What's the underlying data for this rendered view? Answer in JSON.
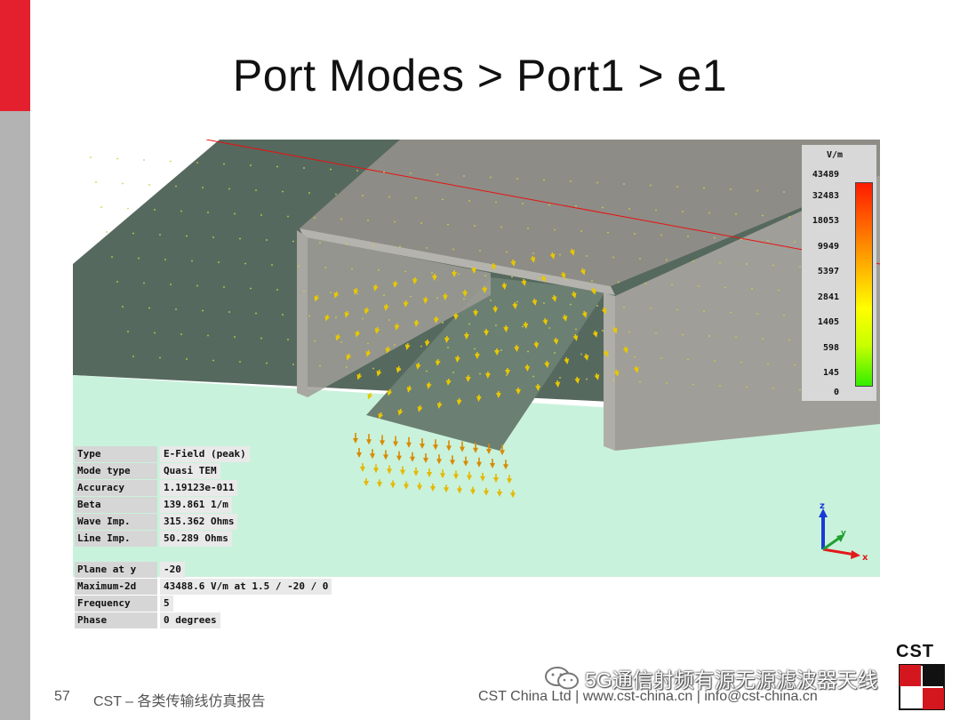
{
  "slide": {
    "title": "Port Modes > Port1 > e1",
    "page_number": "57",
    "footer_left": "CST – 各类传输线仿真报告",
    "footer_right": "CST China Ltd | www.cst-china.cn | info@cst-china.cn",
    "logo_text": "CST",
    "watermark": "5G通信射频有源无源滤波器天线"
  },
  "legend": {
    "unit": "V/m",
    "labels": [
      "43489",
      "32483",
      "18053",
      "9949",
      "5397",
      "2841",
      "1405",
      "598",
      "145",
      "0"
    ]
  },
  "info": {
    "rows": [
      {
        "key": "Type",
        "value": "E-Field (peak)"
      },
      {
        "key": "Mode type",
        "value": "Quasi TEM"
      },
      {
        "key": "Accuracy",
        "value": "1.19123e-011"
      },
      {
        "key": "Beta",
        "value": "139.861 1/m"
      },
      {
        "key": "Wave Imp.",
        "value": "315.362 Ohms"
      },
      {
        "key": "Line Imp.",
        "value": "50.289 Ohms"
      }
    ],
    "rows2": [
      {
        "key": "Plane at y",
        "value": "-20"
      },
      {
        "key": "Maximum-2d",
        "value": "43488.6 V/m at 1.5 / -20 / 0"
      },
      {
        "key": "Frequency",
        "value": "5"
      },
      {
        "key": "Phase",
        "value": "0 degrees"
      }
    ]
  },
  "axes": {
    "z": "z",
    "y": "y",
    "x": "x"
  },
  "colors": {
    "accent_red": "#e5202e",
    "ground": "#56695f",
    "port_plane": "#c9f2dc",
    "strip": "#9c9a94",
    "arrow": "#d6a800"
  }
}
